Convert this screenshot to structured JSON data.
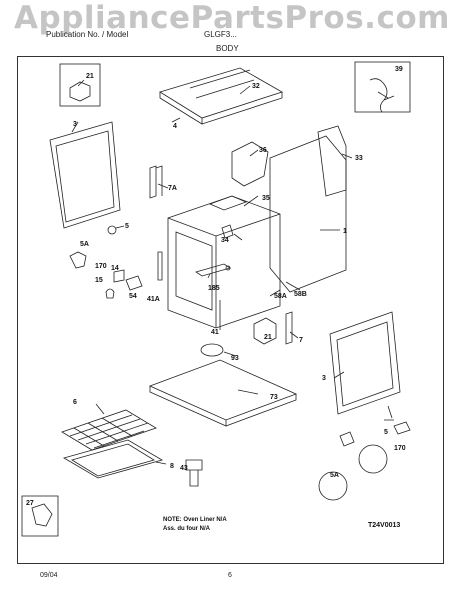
{
  "watermark": "AppliancePartsPros.com",
  "header": {
    "left": "Publication No. / Model",
    "model": "GLGF3...",
    "section": "BODY"
  },
  "parts": {
    "p1": "1",
    "p3a": "3",
    "p3b": "3",
    "p4": "4",
    "p5a": "5",
    "p5b": "5",
    "p5A_a": "5A",
    "p5A_b": "5A",
    "p6": "6",
    "p7": "7",
    "p7A": "7A",
    "p8": "8",
    "p14": "14",
    "p15": "15",
    "p21a": "21",
    "p21b": "21",
    "p27": "27",
    "p32": "32",
    "p33": "33",
    "p34": "34",
    "p35": "35",
    "p36": "36",
    "p39": "39",
    "p41": "41",
    "p41A": "41A",
    "p43": "43",
    "p54": "54",
    "p58A": "58A",
    "p58B": "58B",
    "p73": "73",
    "p93": "93",
    "p170a": "170",
    "p170b": "170",
    "p185": "185"
  },
  "note": {
    "line1": "NOTE: Oven Liner N/A",
    "line2": "Ass. du four N/A"
  },
  "diagram_code": "T24V0013",
  "footer": {
    "date": "09/04",
    "page": "6"
  }
}
